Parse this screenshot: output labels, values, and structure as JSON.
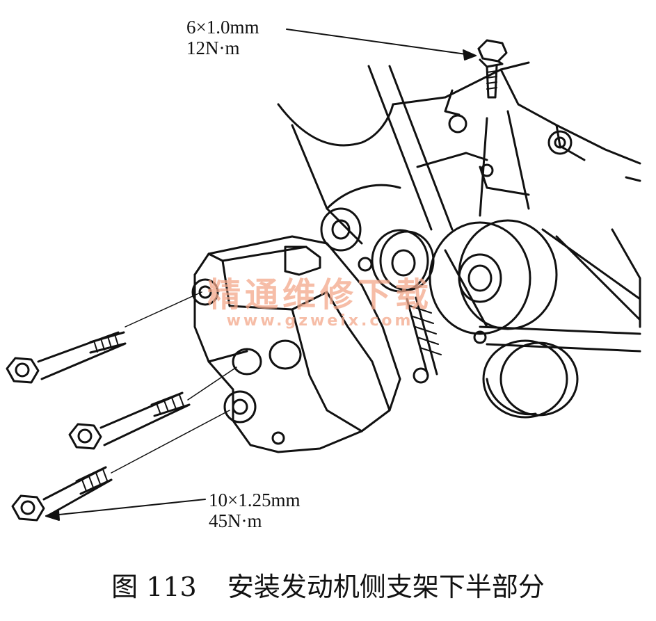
{
  "specs": {
    "top": {
      "thread": "6×1.0mm",
      "torque": "12N·m"
    },
    "bottom": {
      "thread": "10×1.25mm",
      "torque": "45N·m"
    }
  },
  "watermark": {
    "text": "精通维修下载",
    "url": "www.gzweix.com"
  },
  "caption": {
    "number": "图 113",
    "text": "安装发动机侧支架下半部分"
  }
}
